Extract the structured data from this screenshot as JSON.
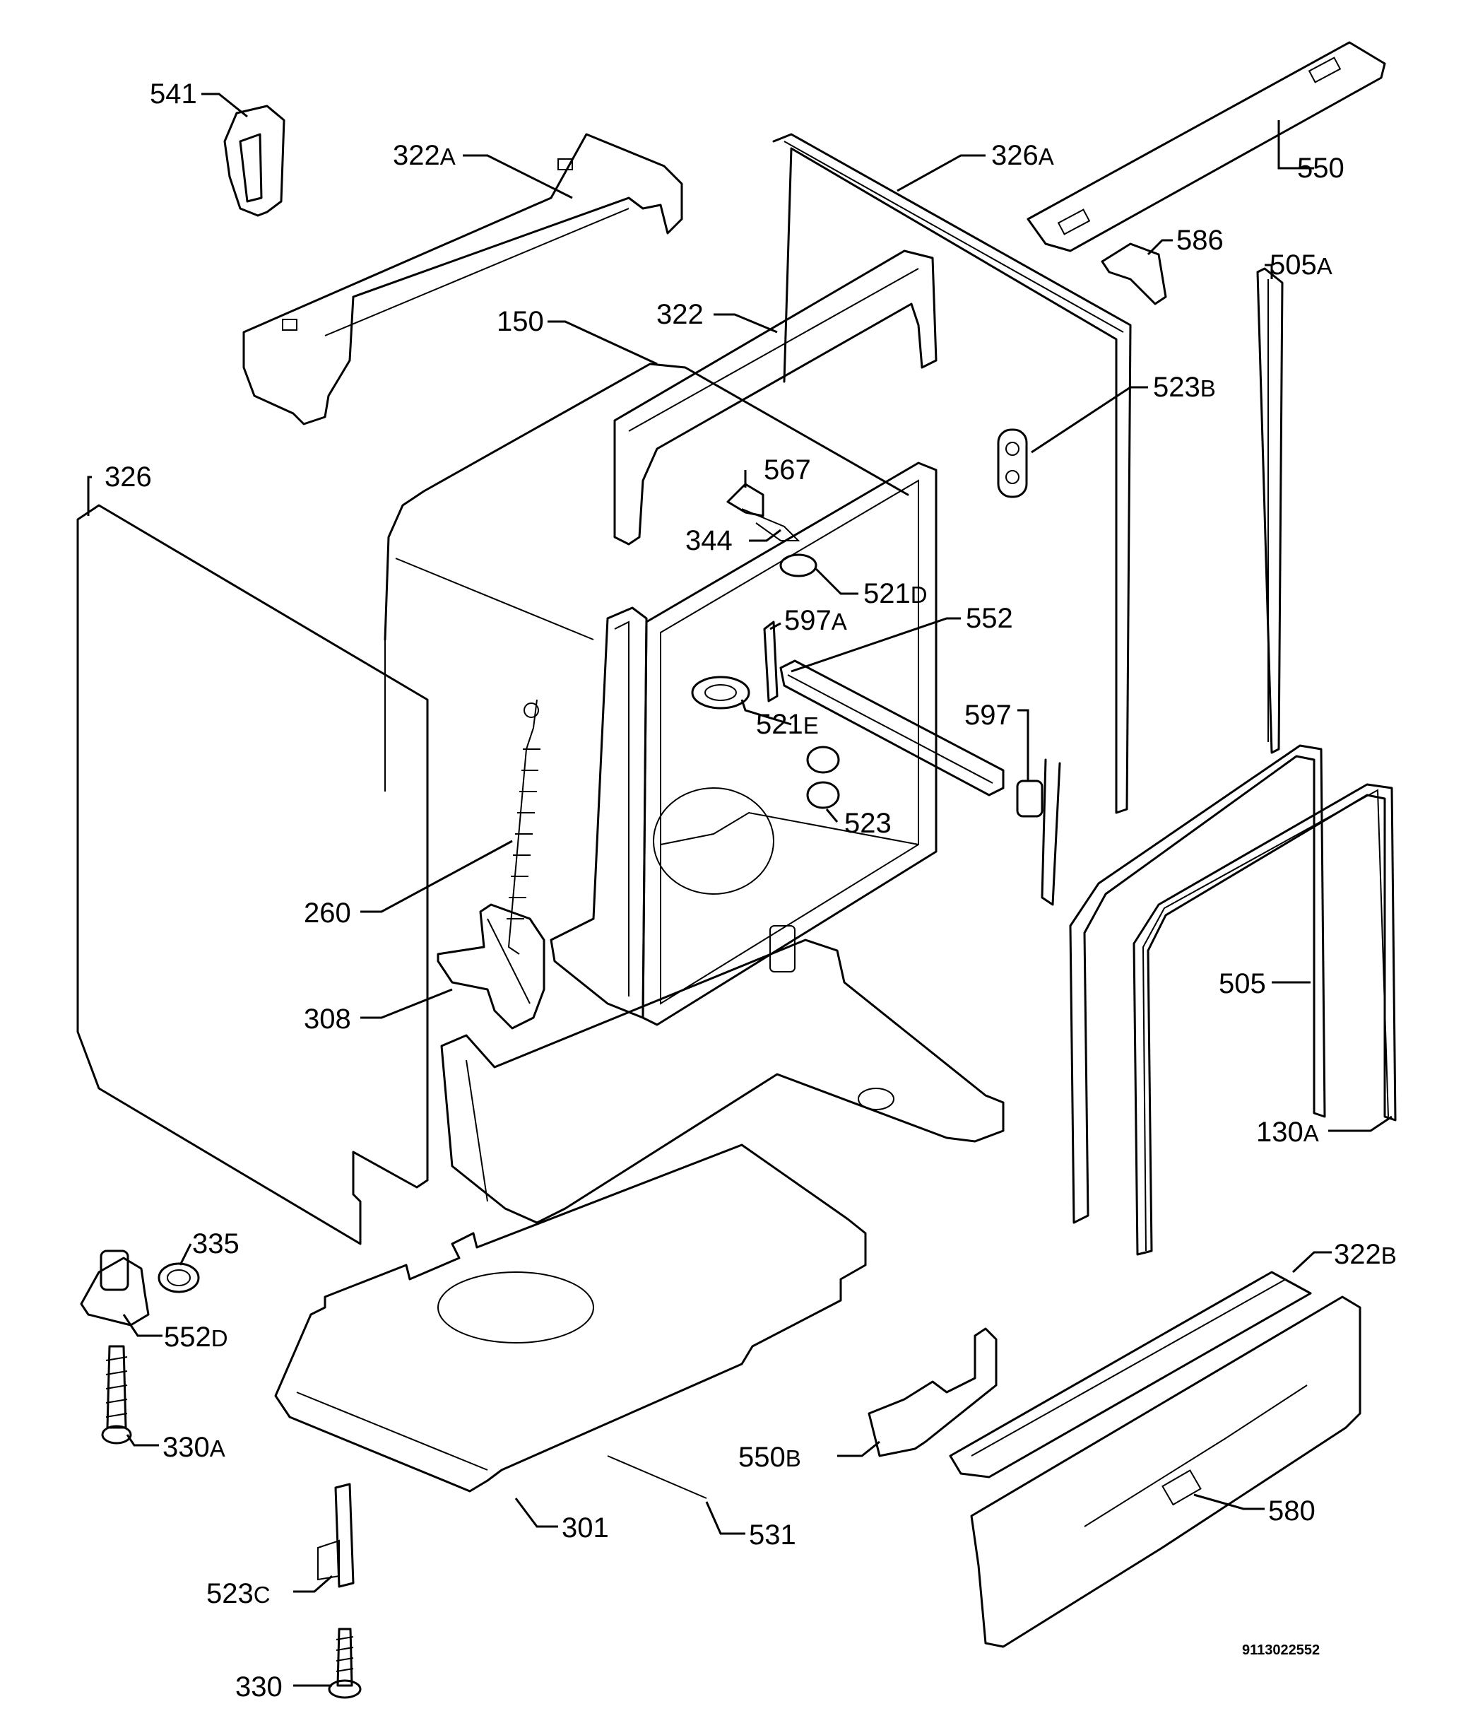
{
  "diagram": {
    "drawing_number": "9113022552",
    "callouts": [
      {
        "id": "541",
        "num": "541",
        "suffix": ""
      },
      {
        "id": "322A",
        "num": "322",
        "suffix": "A"
      },
      {
        "id": "326A",
        "num": "326",
        "suffix": "A"
      },
      {
        "id": "550",
        "num": "550",
        "suffix": ""
      },
      {
        "id": "586",
        "num": "586",
        "suffix": ""
      },
      {
        "id": "505A",
        "num": "505",
        "suffix": "A"
      },
      {
        "id": "150",
        "num": "150",
        "suffix": ""
      },
      {
        "id": "322",
        "num": "322",
        "suffix": ""
      },
      {
        "id": "523B",
        "num": "523",
        "suffix": "B"
      },
      {
        "id": "326",
        "num": "326",
        "suffix": ""
      },
      {
        "id": "567",
        "num": "567",
        "suffix": ""
      },
      {
        "id": "344",
        "num": "344",
        "suffix": ""
      },
      {
        "id": "521D",
        "num": "521",
        "suffix": "D"
      },
      {
        "id": "597A",
        "num": "597",
        "suffix": "A"
      },
      {
        "id": "552",
        "num": "552",
        "suffix": ""
      },
      {
        "id": "521E",
        "num": "521",
        "suffix": "E"
      },
      {
        "id": "597",
        "num": "597",
        "suffix": ""
      },
      {
        "id": "523",
        "num": "523",
        "suffix": ""
      },
      {
        "id": "260",
        "num": "260",
        "suffix": ""
      },
      {
        "id": "505",
        "num": "505",
        "suffix": ""
      },
      {
        "id": "308",
        "num": "308",
        "suffix": ""
      },
      {
        "id": "130A",
        "num": "130",
        "suffix": "A"
      },
      {
        "id": "335",
        "num": "335",
        "suffix": ""
      },
      {
        "id": "322B",
        "num": "322",
        "suffix": "B"
      },
      {
        "id": "552D",
        "num": "552",
        "suffix": "D"
      },
      {
        "id": "330A",
        "num": "330",
        "suffix": "A"
      },
      {
        "id": "550B",
        "num": "550",
        "suffix": "B"
      },
      {
        "id": "580",
        "num": "580",
        "suffix": ""
      },
      {
        "id": "301",
        "num": "301",
        "suffix": ""
      },
      {
        "id": "531",
        "num": "531",
        "suffix": ""
      },
      {
        "id": "523C",
        "num": "523",
        "suffix": "C"
      },
      {
        "id": "330",
        "num": "330",
        "suffix": ""
      }
    ]
  }
}
